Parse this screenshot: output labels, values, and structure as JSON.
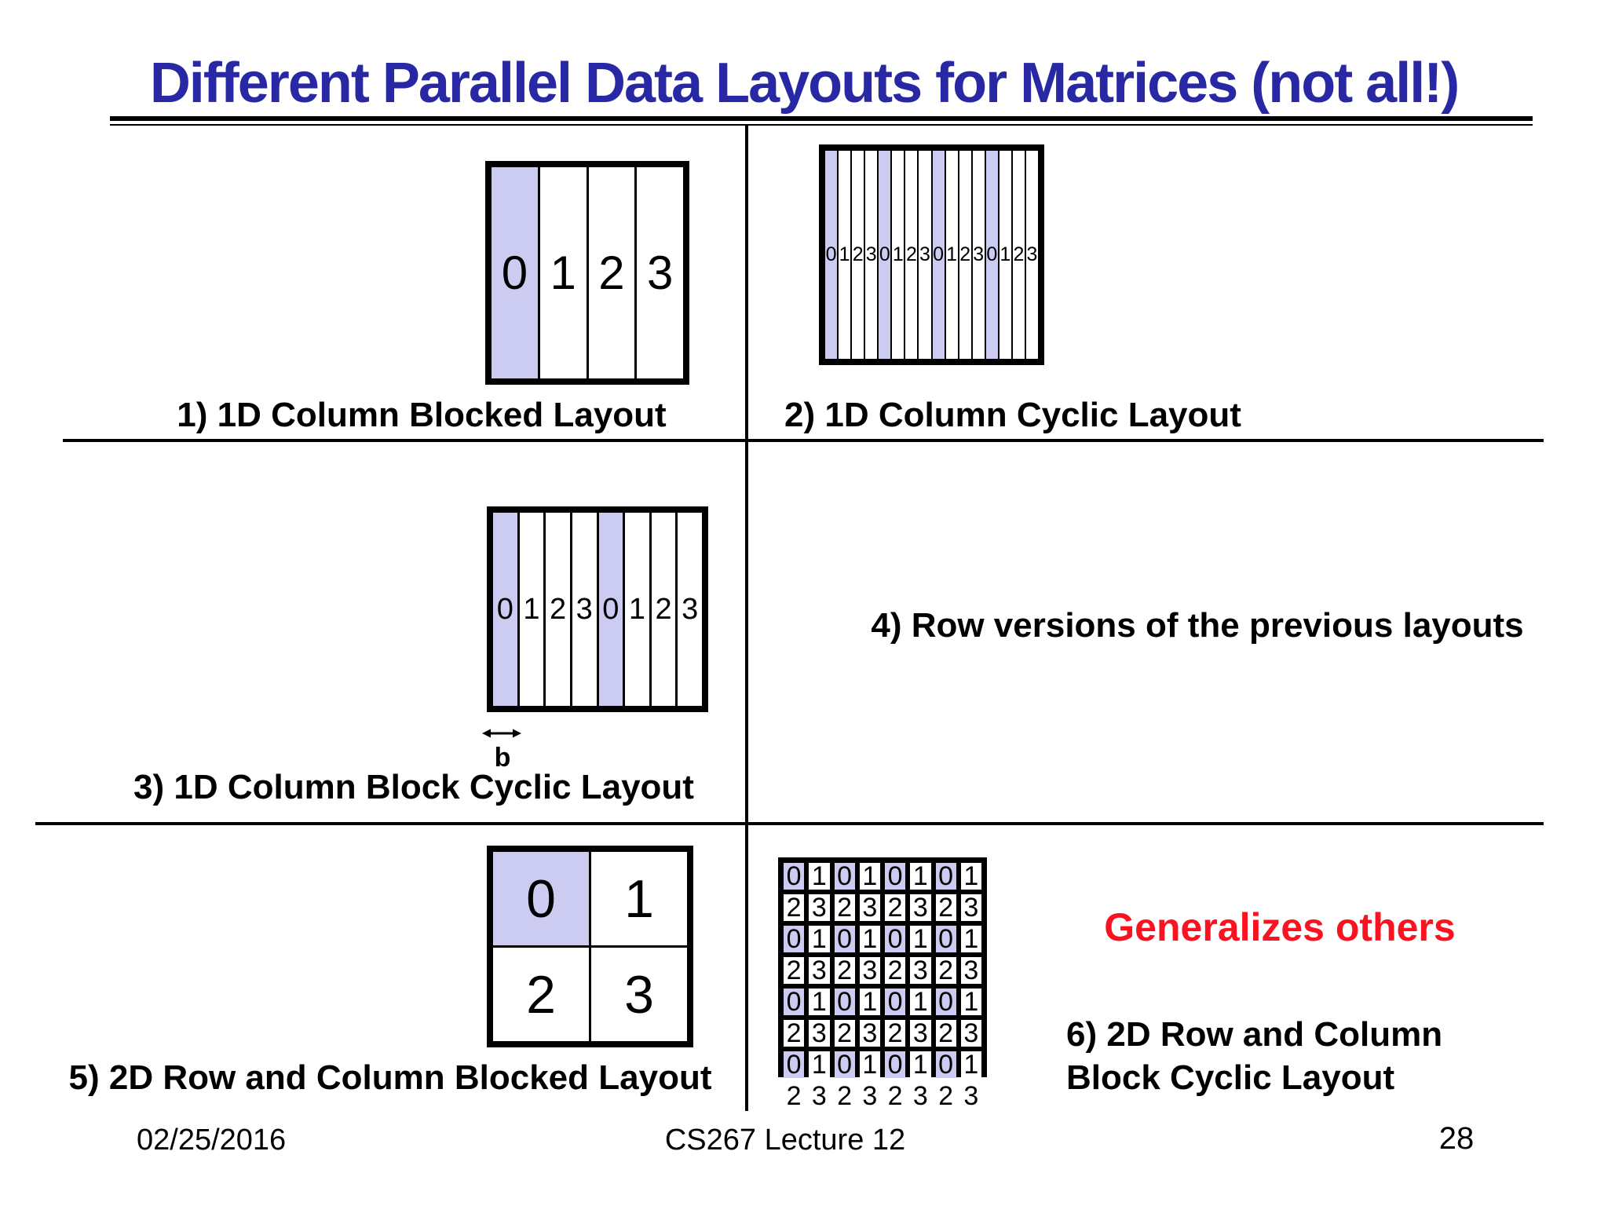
{
  "colors": {
    "title_blue": "#2828a4",
    "shade": "#ccccf2",
    "note_red": "#fb1220"
  },
  "title": {
    "text": "Different Parallel Data Layouts for Matrices (not all!)"
  },
  "panels": {
    "p1": {
      "label": "1) 1D Column Blocked Layout",
      "cells": [
        "0",
        "1",
        "2",
        "3"
      ],
      "shaded": [
        0
      ]
    },
    "p2": {
      "label": "2) 1D Column Cyclic Layout",
      "cells": [
        "0",
        "1",
        "2",
        "3",
        "0",
        "1",
        "2",
        "3",
        "0",
        "1",
        "2",
        "3",
        "0",
        "1",
        "2",
        "3"
      ],
      "shaded": [
        0,
        4,
        8,
        12
      ]
    },
    "p3": {
      "label": "3) 1D Column Block Cyclic Layout",
      "cells": [
        "0",
        "1",
        "2",
        "3",
        "0",
        "1",
        "2",
        "3"
      ],
      "shaded": [
        0,
        4
      ],
      "block_width_label": "b"
    },
    "p4": {
      "label": "4) Row versions of the previous layouts"
    },
    "p5": {
      "label": "5) 2D Row and Column Blocked Layout",
      "rows": [
        [
          "0",
          "1"
        ],
        [
          "2",
          "3"
        ]
      ],
      "shaded_value": "0"
    },
    "p6": {
      "label_line1": "6) 2D Row and Column",
      "label_line2": "Block Cyclic Layout",
      "note": "Generalizes others",
      "rows": [
        [
          "0",
          "1",
          "0",
          "1",
          "0",
          "1",
          "0",
          "1"
        ],
        [
          "2",
          "3",
          "2",
          "3",
          "2",
          "3",
          "2",
          "3"
        ],
        [
          "0",
          "1",
          "0",
          "1",
          "0",
          "1",
          "0",
          "1"
        ],
        [
          "2",
          "3",
          "2",
          "3",
          "2",
          "3",
          "2",
          "3"
        ],
        [
          "0",
          "1",
          "0",
          "1",
          "0",
          "1",
          "0",
          "1"
        ],
        [
          "2",
          "3",
          "2",
          "3",
          "2",
          "3",
          "2",
          "3"
        ],
        [
          "0",
          "1",
          "0",
          "1",
          "0",
          "1",
          "0",
          "1"
        ],
        [
          "2",
          "3",
          "2",
          "3",
          "2",
          "3",
          "2",
          "3"
        ]
      ],
      "shaded_value": "0"
    }
  },
  "footer": {
    "date": "02/25/2016",
    "course": "CS267 Lecture 12",
    "page": "28"
  }
}
